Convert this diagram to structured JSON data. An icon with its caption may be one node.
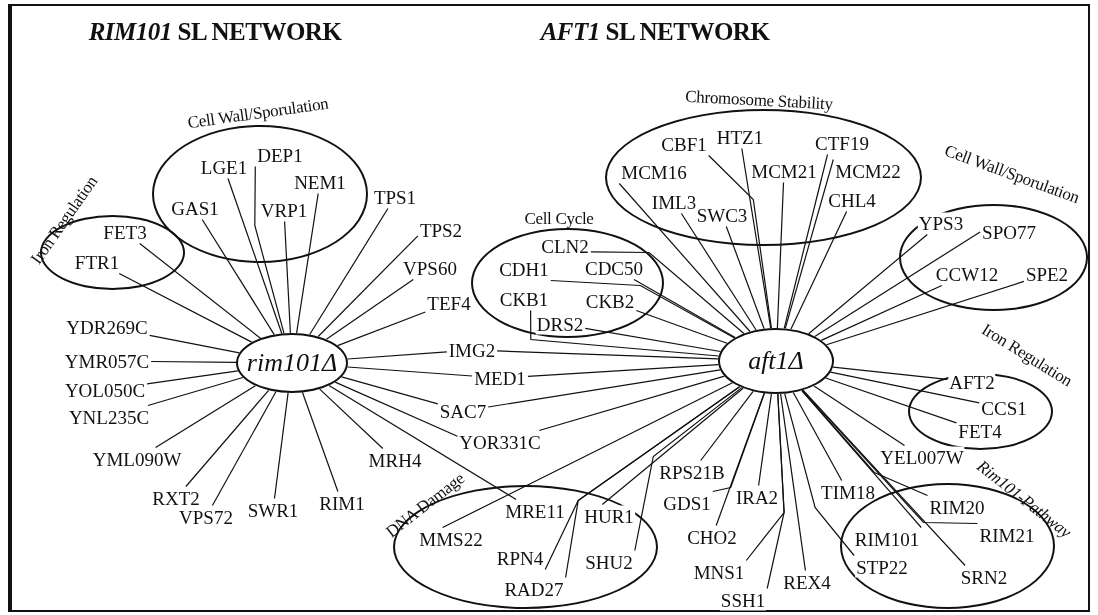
{
  "diagram": {
    "nodes": [
      {
        "text": [
          "Cell Wall/Sporulation"
        ]
      },
      {
        "text": [
          "LGE1"
        ],
        "in": 0
      },
      {
        "text": [
          "DEP1"
        ],
        "in": 0
      },
      {
        "text": [
          "NEM1"
        ],
        "in": 0
      },
      {
        "text": [
          "GAS1"
        ],
        "in": 0
      },
      {
        "text": [
          "VRP1"
        ],
        "in": 0
      },
      {
        "text": [
          "Iron Regulation"
        ]
      },
      {
        "text": [
          "FET3"
        ],
        "in": 6
      },
      {
        "text": [
          "FTR1"
        ],
        "in": 6
      },
      {
        "text": [
          "TPS1"
        ]
      },
      {
        "text": [
          "TPS2"
        ]
      },
      {
        "text": [
          "VPS60"
        ]
      },
      {
        "text": [
          "TEF4"
        ]
      },
      {
        "text": [
          "YDR269C"
        ]
      },
      {
        "text": [
          "rim101Δ"
        ]
      },
      {
        "text": [
          "YMR057C"
        ]
      },
      {
        "text": [
          "YOL050C"
        ]
      },
      {
        "text": [
          "YNL235C"
        ]
      },
      {
        "text": [
          "YML090W"
        ]
      },
      {
        "text": [
          "RXT2"
        ]
      },
      {
        "text": [
          "VPS72"
        ]
      },
      {
        "text": [
          "SWR1"
        ]
      },
      {
        "text": [
          "RIM1"
        ]
      },
      {
        "text": [
          "MRH4"
        ]
      },
      {
        "text": [
          "Chromosome Stability"
        ]
      },
      {
        "text": [
          "CBF1"
        ],
        "in": 24
      },
      {
        "text": [
          "HTZ1"
        ],
        "in": 24
      },
      {
        "text": [
          "CTF19"
        ],
        "in": 24
      },
      {
        "text": [
          "MCM16"
        ],
        "in": 24
      },
      {
        "text": [
          "MCM21"
        ],
        "in": 24
      },
      {
        "text": [
          "MCM22"
        ],
        "in": 24
      },
      {
        "text": [
          "IML3"
        ],
        "in": 24
      },
      {
        "text": [
          "CHL4"
        ],
        "in": 24
      },
      {
        "text": [
          "SWC3"
        ],
        "in": 24
      },
      {
        "text": [
          "Cell Cycle"
        ]
      },
      {
        "text": [
          "CLN2"
        ],
        "in": 34
      },
      {
        "text": [
          "CDH1"
        ],
        "in": 34
      },
      {
        "text": [
          "CDC50"
        ],
        "in": 34
      },
      {
        "text": [
          "CKB1"
        ],
        "in": 34
      },
      {
        "text": [
          "CKB2"
        ],
        "in": 34
      },
      {
        "text": [
          "DRS2"
        ],
        "in": 34
      },
      {
        "text": [
          "Cell Wall/Sporulation"
        ]
      },
      {
        "text": [
          "YPS3"
        ],
        "in": 41
      },
      {
        "text": [
          "SPO77"
        ],
        "in": 41
      },
      {
        "text": [
          "CCW12"
        ],
        "in": 41
      },
      {
        "text": [
          "SPE2"
        ],
        "in": 41
      },
      {
        "text": [
          "IMG2"
        ]
      },
      {
        "text": [
          "aft1Δ"
        ]
      },
      {
        "text": [
          "MED1"
        ]
      },
      {
        "text": [
          "Iron Regulation"
        ]
      },
      {
        "text": [
          "AFT2"
        ],
        "in": 49
      },
      {
        "text": [
          "CCS1"
        ],
        "in": 49
      },
      {
        "text": [
          "FET4"
        ],
        "in": 49
      },
      {
        "text": [
          "SAC7"
        ]
      },
      {
        "text": [
          "YOR331C"
        ]
      },
      {
        "text": [
          "YEL007W"
        ]
      },
      {
        "text": [
          "DNA Damage"
        ]
      },
      {
        "text": [
          "MRE11"
        ],
        "in": 56
      },
      {
        "text": [
          "HUR1"
        ],
        "in": 56
      },
      {
        "text": [
          "MMS22"
        ],
        "in": 56
      },
      {
        "text": [
          "RPN4"
        ],
        "in": 56
      },
      {
        "text": [
          "SHU2"
        ],
        "in": 56
      },
      {
        "text": [
          "RAD27"
        ],
        "in": 56
      },
      {
        "text": [
          "RPS21B"
        ]
      },
      {
        "text": [
          "GDS1"
        ]
      },
      {
        "text": [
          "IRA2"
        ]
      },
      {
        "text": [
          "CHO2"
        ]
      },
      {
        "text": [
          "MNS1"
        ]
      },
      {
        "text": [
          "SSH1"
        ]
      },
      {
        "text": [
          "REX4"
        ]
      },
      {
        "text": [
          "TIM18"
        ]
      },
      {
        "text": [
          "Rim101-Pathway"
        ]
      },
      {
        "text": [
          "RIM20"
        ],
        "in": 71
      },
      {
        "text": [
          "RIM101"
        ],
        "in": 71
      },
      {
        "text": [
          "RIM21"
        ],
        "in": 71
      },
      {
        "text": [
          "STP22"
        ],
        "in": 71
      },
      {
        "text": [
          "SRN2"
        ],
        "in": 71
      }
    ],
    "edges": [
      {
        "from": 14,
        "to": 1,
        "arrow": "none"
      },
      {
        "from": 14,
        "to": 2,
        "arrow": "none"
      },
      {
        "from": 14,
        "to": 3,
        "arrow": "none"
      },
      {
        "from": 14,
        "to": 4,
        "arrow": "none"
      },
      {
        "from": 14,
        "to": 5,
        "arrow": "none"
      },
      {
        "from": 14,
        "to": 7,
        "arrow": "none"
      },
      {
        "from": 14,
        "to": 8,
        "arrow": "none"
      },
      {
        "from": 14,
        "to": 9,
        "arrow": "none"
      },
      {
        "from": 14,
        "to": 10,
        "arrow": "none"
      },
      {
        "from": 14,
        "to": 11,
        "arrow": "none"
      },
      {
        "from": 14,
        "to": 12,
        "arrow": "none"
      },
      {
        "from": 14,
        "to": 13,
        "arrow": "none"
      },
      {
        "from": 14,
        "to": 15,
        "arrow": "none"
      },
      {
        "from": 14,
        "to": 16,
        "arrow": "none"
      },
      {
        "from": 14,
        "to": 17,
        "arrow": "none"
      },
      {
        "from": 14,
        "to": 18,
        "arrow": "none"
      },
      {
        "from": 14,
        "to": 19,
        "arrow": "none"
      },
      {
        "from": 14,
        "to": 20,
        "arrow": "none"
      },
      {
        "from": 14,
        "to": 21,
        "arrow": "none"
      },
      {
        "from": 14,
        "to": 22,
        "arrow": "none"
      },
      {
        "from": 14,
        "to": 23,
        "arrow": "none"
      },
      {
        "from": 14,
        "to": 46,
        "arrow": "none"
      },
      {
        "from": 14,
        "to": 48,
        "arrow": "none"
      },
      {
        "from": 14,
        "to": 53,
        "arrow": "none"
      },
      {
        "from": 14,
        "to": 54,
        "arrow": "none"
      },
      {
        "from": 14,
        "to": 57,
        "arrow": "none"
      },
      {
        "from": 47,
        "to": 25,
        "arrow": "none"
      },
      {
        "from": 47,
        "to": 26,
        "arrow": "none"
      },
      {
        "from": 47,
        "to": 27,
        "arrow": "none"
      },
      {
        "from": 47,
        "to": 28,
        "arrow": "none"
      },
      {
        "from": 47,
        "to": 29,
        "arrow": "none"
      },
      {
        "from": 47,
        "to": 30,
        "arrow": "none"
      },
      {
        "from": 47,
        "to": 31,
        "arrow": "none"
      },
      {
        "from": 47,
        "to": 32,
        "arrow": "none"
      },
      {
        "from": 47,
        "to": 33,
        "arrow": "none"
      },
      {
        "from": 47,
        "to": 35,
        "arrow": "none"
      },
      {
        "from": 47,
        "to": 36,
        "arrow": "none"
      },
      {
        "from": 47,
        "to": 37,
        "arrow": "none"
      },
      {
        "from": 47,
        "to": 38,
        "arrow": "none"
      },
      {
        "from": 47,
        "to": 39,
        "arrow": "none"
      },
      {
        "from": 47,
        "to": 40,
        "arrow": "none"
      },
      {
        "from": 47,
        "to": 42,
        "arrow": "none"
      },
      {
        "from": 47,
        "to": 43,
        "arrow": "none"
      },
      {
        "from": 47,
        "to": 44,
        "arrow": "none"
      },
      {
        "from": 47,
        "to": 45,
        "arrow": "none"
      },
      {
        "from": 47,
        "to": 46,
        "arrow": "none"
      },
      {
        "from": 47,
        "to": 48,
        "arrow": "none"
      },
      {
        "from": 47,
        "to": 50,
        "arrow": "none"
      },
      {
        "from": 47,
        "to": 51,
        "arrow": "none"
      },
      {
        "from": 47,
        "to": 52,
        "arrow": "none"
      },
      {
        "from": 47,
        "to": 53,
        "arrow": "none"
      },
      {
        "from": 47,
        "to": 54,
        "arrow": "none"
      },
      {
        "from": 47,
        "to": 55,
        "arrow": "none"
      },
      {
        "from": 47,
        "to": 58,
        "arrow": "none"
      },
      {
        "from": 47,
        "to": 59,
        "arrow": "none"
      },
      {
        "from": 47,
        "to": 60,
        "arrow": "none"
      },
      {
        "from": 47,
        "to": 61,
        "arrow": "none"
      },
      {
        "from": 47,
        "to": 62,
        "arrow": "none"
      },
      {
        "from": 47,
        "to": 63,
        "arrow": "none"
      },
      {
        "from": 47,
        "to": 64,
        "arrow": "none"
      },
      {
        "from": 47,
        "to": 65,
        "arrow": "none"
      },
      {
        "from": 47,
        "to": 66,
        "arrow": "none"
      },
      {
        "from": 47,
        "to": 67,
        "arrow": "none"
      },
      {
        "from": 47,
        "to": 68,
        "arrow": "none"
      },
      {
        "from": 47,
        "to": 69,
        "arrow": "none"
      },
      {
        "from": 47,
        "to": 70,
        "arrow": "none"
      },
      {
        "from": 47,
        "to": 72,
        "arrow": "none"
      },
      {
        "from": 47,
        "to": 73,
        "arrow": "none"
      },
      {
        "from": 47,
        "to": 74,
        "arrow": "none"
      },
      {
        "from": 47,
        "to": 75,
        "arrow": "none"
      },
      {
        "from": 47,
        "to": 76,
        "arrow": "none"
      }
    ],
    "labels": [
      "*RIM101* SL NETWORK",
      "*AFT1* SL NETWORK"
    ]
  }
}
